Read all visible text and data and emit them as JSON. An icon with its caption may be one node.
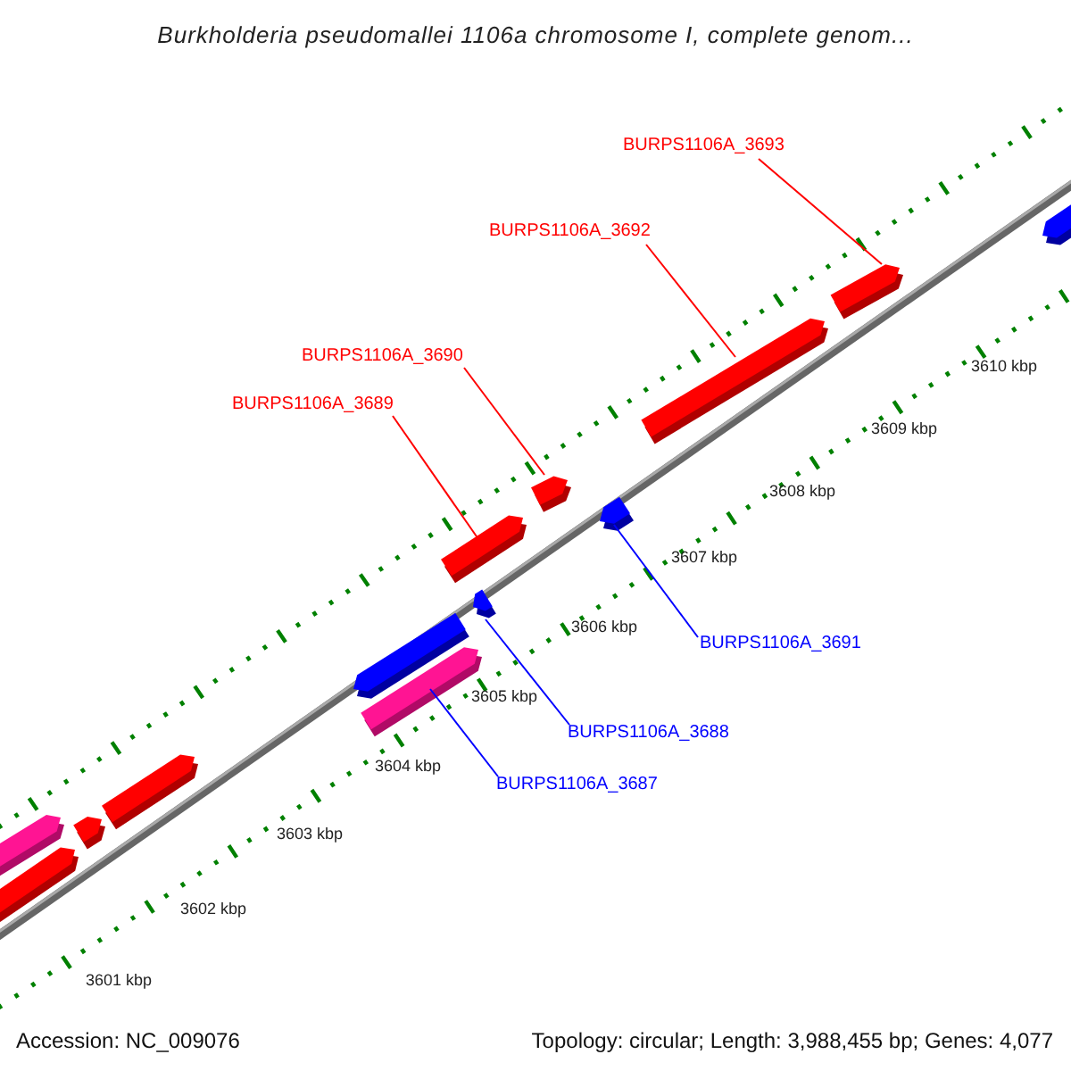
{
  "diagram": {
    "title": "Burkholderia pseudomallei 1106a chromosome I, complete genom...",
    "nodes": [
      {
        "text": [
          "BURPS1106A_3693"
        ]
      },
      {
        "text": [
          "BURPS1106A_3692"
        ]
      },
      {
        "text": [
          "BURPS1106A_3690"
        ]
      },
      {
        "text": [
          "BURPS1106A_3689"
        ]
      },
      {
        "text": [
          "BURPS1106A_3691"
        ]
      },
      {
        "text": [
          "BURPS1106A_3688"
        ]
      },
      {
        "text": [
          "BURPS1106A_3687"
        ]
      },
      {
        "text": [],
        "shape": "bar"
      },
      {
        "text": [],
        "shape": "bar"
      },
      {
        "text": [],
        "shape": "bar"
      },
      {
        "text": [],
        "shape": "bar"
      },
      {
        "text": [],
        "shape": "bar"
      },
      {
        "text": [],
        "shape": "bar"
      },
      {
        "text": [],
        "shape": "bar"
      },
      {
        "text": [],
        "shape": "bar"
      },
      {
        "text": [],
        "shape": "bar"
      },
      {
        "text": [],
        "shape": "bar"
      },
      {
        "text": [],
        "shape": "bar"
      },
      {
        "text": [],
        "shape": "bar"
      },
      {
        "text": [],
        "shape": "bar"
      }
    ],
    "edges": [
      {
        "from": 0,
        "to": 18,
        "arrow": "none"
      },
      {
        "from": 1,
        "to": 17,
        "arrow": "none"
      },
      {
        "from": 2,
        "to": 15,
        "arrow": "none"
      },
      {
        "from": 3,
        "to": 13,
        "arrow": "none"
      },
      {
        "from": 4,
        "to": 16,
        "arrow": "none",
        "color": "#0000ff"
      },
      {
        "from": 5,
        "to": 14,
        "arrow": "none",
        "color": "#0000ff"
      },
      {
        "from": 6,
        "to": 12,
        "arrow": "none",
        "color": "#0000ff"
      }
    ],
    "labels": [
      "3610 kbp",
      "3609 kbp",
      "3608 kbp",
      "3607 kbp",
      "3606 kbp",
      "3605 kbp",
      "3604 kbp",
      "3603 kbp",
      "3602 kbp",
      "3601 kbp",
      "Accession: NC_009076",
      "Topology: circular; Length: 3,988,455 bp; Genes: 4,077"
    ]
  }
}
